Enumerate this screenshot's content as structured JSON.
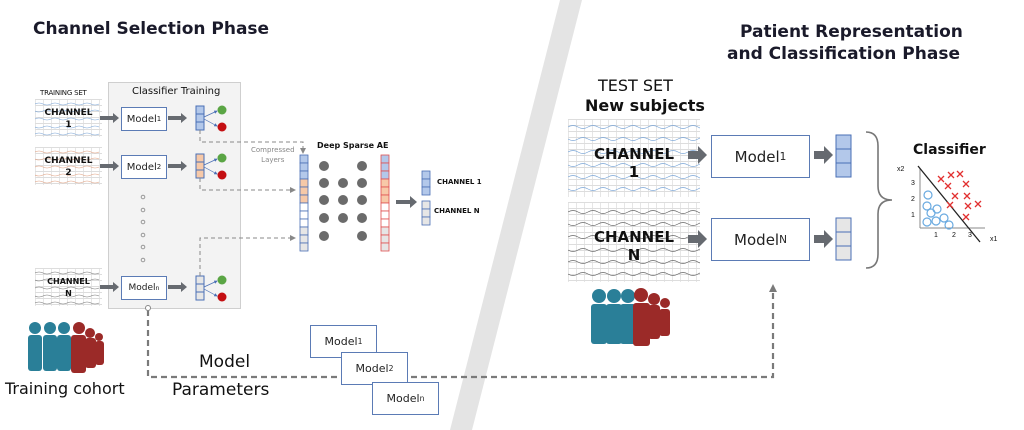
{
  "left_phase": {
    "title": "Channel Selection Phase",
    "training_set_label": "TRAINING SET",
    "classifier_training_label": "Classifier Training",
    "channels": [
      {
        "label": "CHANNEL",
        "index": "1",
        "model": "Model",
        "sub": "1",
        "color": "#6f9fd8",
        "cell": "#b3c8ea"
      },
      {
        "label": "CHANNEL",
        "index": "2",
        "model": "Model",
        "sub": "2",
        "color": "#d9835a",
        "cell": "#f7c9a8"
      },
      {
        "label": "CHANNEL",
        "index": "N",
        "model": "Model",
        "sub": "n",
        "color": "#555555",
        "cell": "#e3e3e3"
      }
    ],
    "compressed_layers_label": "Compressed\nLayers",
    "autoencoder_label": "Deep Sparse AE",
    "output_channels": [
      "CHANNEL 1",
      "CHANNEL N"
    ],
    "cohort_label": "Training cohort",
    "model_parameters_label_line1": "Model",
    "model_parameters_label_line2": "Parameters",
    "stacked_models": [
      {
        "model": "Model",
        "sub": "1"
      },
      {
        "model": "Model",
        "sub": "2"
      },
      {
        "model": "Model",
        "sub": "n"
      }
    ]
  },
  "right_phase": {
    "title_line1": "Patient Representation",
    "title_line2": "and Classification Phase",
    "test_set_label": "TEST SET",
    "new_subjects_label": "New subjects",
    "channels": [
      {
        "label": "CHANNEL",
        "index": "1",
        "model": "Model",
        "sub": "1"
      },
      {
        "label": "CHANNEL",
        "index": "N",
        "model": "Model",
        "sub": "N"
      }
    ],
    "classifier_title": "Classifier",
    "plot": {
      "x_axis_label": "x1",
      "y_axis_label": "x2",
      "x_ticks": [
        "1",
        "2",
        "3"
      ],
      "y_ticks": [
        "1",
        "2",
        "3"
      ]
    }
  },
  "colors": {
    "teal_person": "#2a7f98",
    "red_person": "#9b2a28",
    "green_node": "#5aa544",
    "red_node": "#c40f12",
    "arrow": "#666a70",
    "box_border": "#5b7bb5",
    "divider": "#e4e4e4"
  }
}
